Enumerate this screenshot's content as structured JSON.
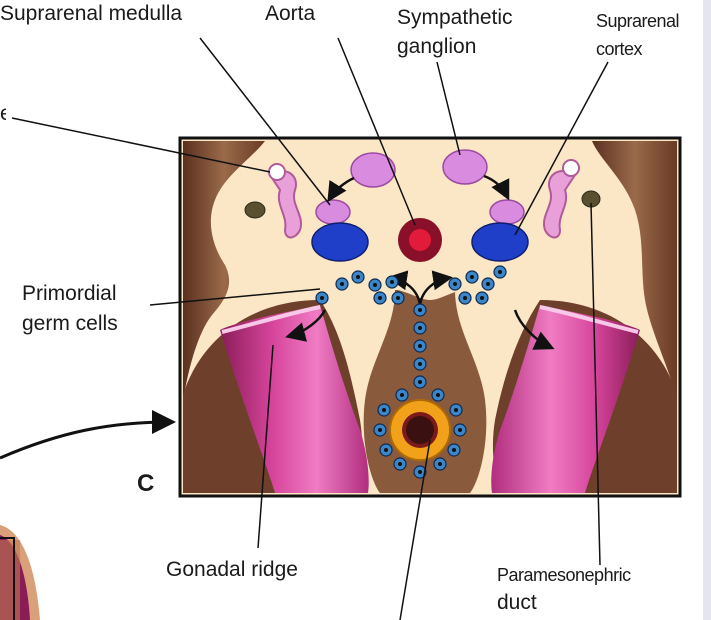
{
  "labels": {
    "suprarenal_medulla": "Suprarenal medulla",
    "aorta": "Aorta",
    "sympathetic_ganglion_line1": "Sympathetic",
    "sympathetic_ganglion_line2": "ganglion",
    "suprarenal_cortex_line1": "Suprarenal",
    "suprarenal_cortex_line2": "cortex",
    "primordial_germ_cells_line1": "Primordial",
    "primordial_germ_cells_line2": "germ cells",
    "gonadal_ridge": "Gonadal ridge",
    "paramesonephric_duct_line1": "Paramesonephric",
    "paramesonephric_duct_line2": "duct",
    "panel_letter": "C",
    "cut_off_label_edge": "e"
  },
  "colors": {
    "background": "#fbe6c6",
    "brown": "#7a4a32",
    "magenta": "#d9459c",
    "pink_light": "#e9a0d9",
    "blue": "#1f3fc8",
    "aorta_red": "#b11030",
    "orange": "#f0a010",
    "germ_cell": "#3a86c8"
  }
}
